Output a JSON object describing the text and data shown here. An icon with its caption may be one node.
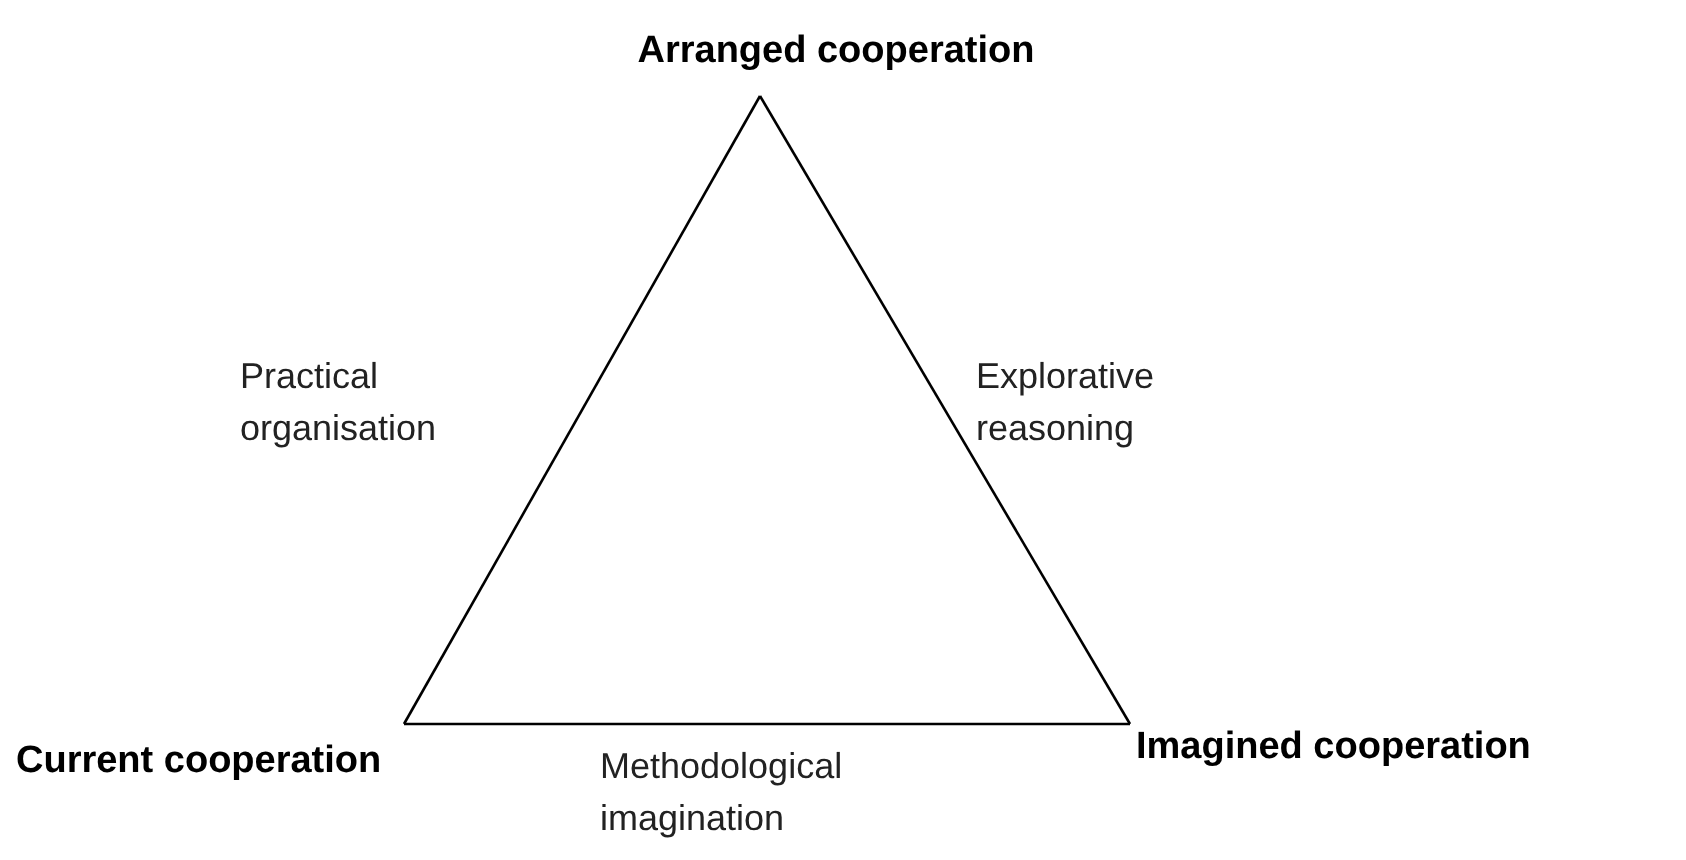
{
  "diagram": {
    "nodes": [
      {
        "text": [
          "Arranged cooperation"
        ]
      },
      {
        "text": [
          "Current cooperation"
        ]
      },
      {
        "text": [
          "Imagined cooperation"
        ]
      }
    ],
    "edges": [
      {
        "from": 1,
        "to": 0,
        "arrow": "none",
        "label": "Practical organisation"
      },
      {
        "from": 0,
        "to": 2,
        "arrow": "none",
        "label": "Explorative reasoning"
      },
      {
        "from": 1,
        "to": 2,
        "arrow": "none",
        "label": "Methodological imagination"
      }
    ]
  }
}
